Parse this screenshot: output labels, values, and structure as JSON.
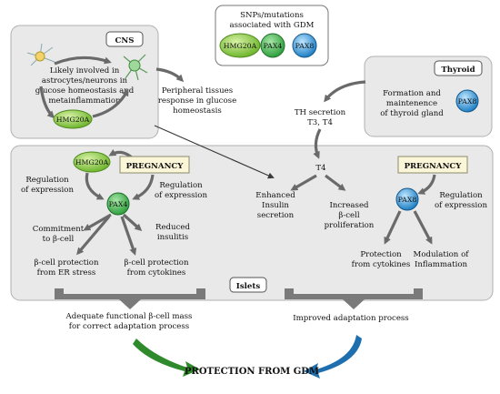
{
  "snps_box": {
    "title_line1": "SNPs/mutations",
    "title_line2": "associated with GDM",
    "genes": [
      "HMG20A",
      "PAX4",
      "PAX8"
    ]
  },
  "cns": {
    "label": "CNS",
    "text": [
      "Likely involved in",
      "astrocytes/neurons in",
      "glucose homeostasis and",
      "metainflammation"
    ],
    "gene": "HMG20A"
  },
  "peripheral": {
    "text": [
      "Peripheral tissues",
      "response in glucose",
      "homeostasis"
    ]
  },
  "thyroid": {
    "label": "Thyroid",
    "text": [
      "Formation and",
      "maintenence",
      "of thyroid gland"
    ],
    "gene": "PAX8"
  },
  "th": {
    "secretion": [
      "TH secretion",
      "T3, T4"
    ],
    "t4": "T4"
  },
  "islets": {
    "label": "Islets"
  },
  "left_preg": {
    "label": "PREGNANCY",
    "gene_top": "HMG20A",
    "gene_center": "PAX4",
    "reg_left": [
      "Regulation",
      "of expression"
    ],
    "reg_right": [
      "Regulation",
      "of expression"
    ],
    "commitment": [
      "Commitment",
      "to β-cell"
    ],
    "reduced": [
      "Reduced",
      "insulitis"
    ],
    "er_stress": [
      "β-cell protection",
      "from ER stress"
    ],
    "cytokines": [
      "β-cell protection",
      "from cytokines"
    ]
  },
  "middle": {
    "enhanced": [
      "Enhanced",
      "Insulin",
      "secretion"
    ],
    "increased": [
      "Increased",
      "β-cell",
      "proliferation"
    ]
  },
  "right_preg": {
    "label": "PREGNANCY",
    "gene": "PAX8",
    "reg": [
      "Regulation",
      "of expression"
    ],
    "protection": [
      "Protection",
      "from cytokines"
    ],
    "modulation": [
      "Modulation of",
      "Inflammation"
    ]
  },
  "bottom": {
    "left": [
      "Adequate functional β-cell mass",
      "for correct adaptation process"
    ],
    "right": "Improved adaptation process",
    "final": "PROTECTION FROM GDM"
  },
  "colors": {
    "panel": "#e9e9e9",
    "panel_border": "#9a9a9a",
    "arrow": "#6a6a6a",
    "preg_fill": "#fbf6d8",
    "preg_border": "#8a8a6a",
    "hmg_green": "#7cc23b",
    "pax4_green": "#2e9f3e",
    "pax8_blue": "#1f7fc4",
    "final_green": "#2e8a2a",
    "final_blue": "#1f6fae"
  }
}
